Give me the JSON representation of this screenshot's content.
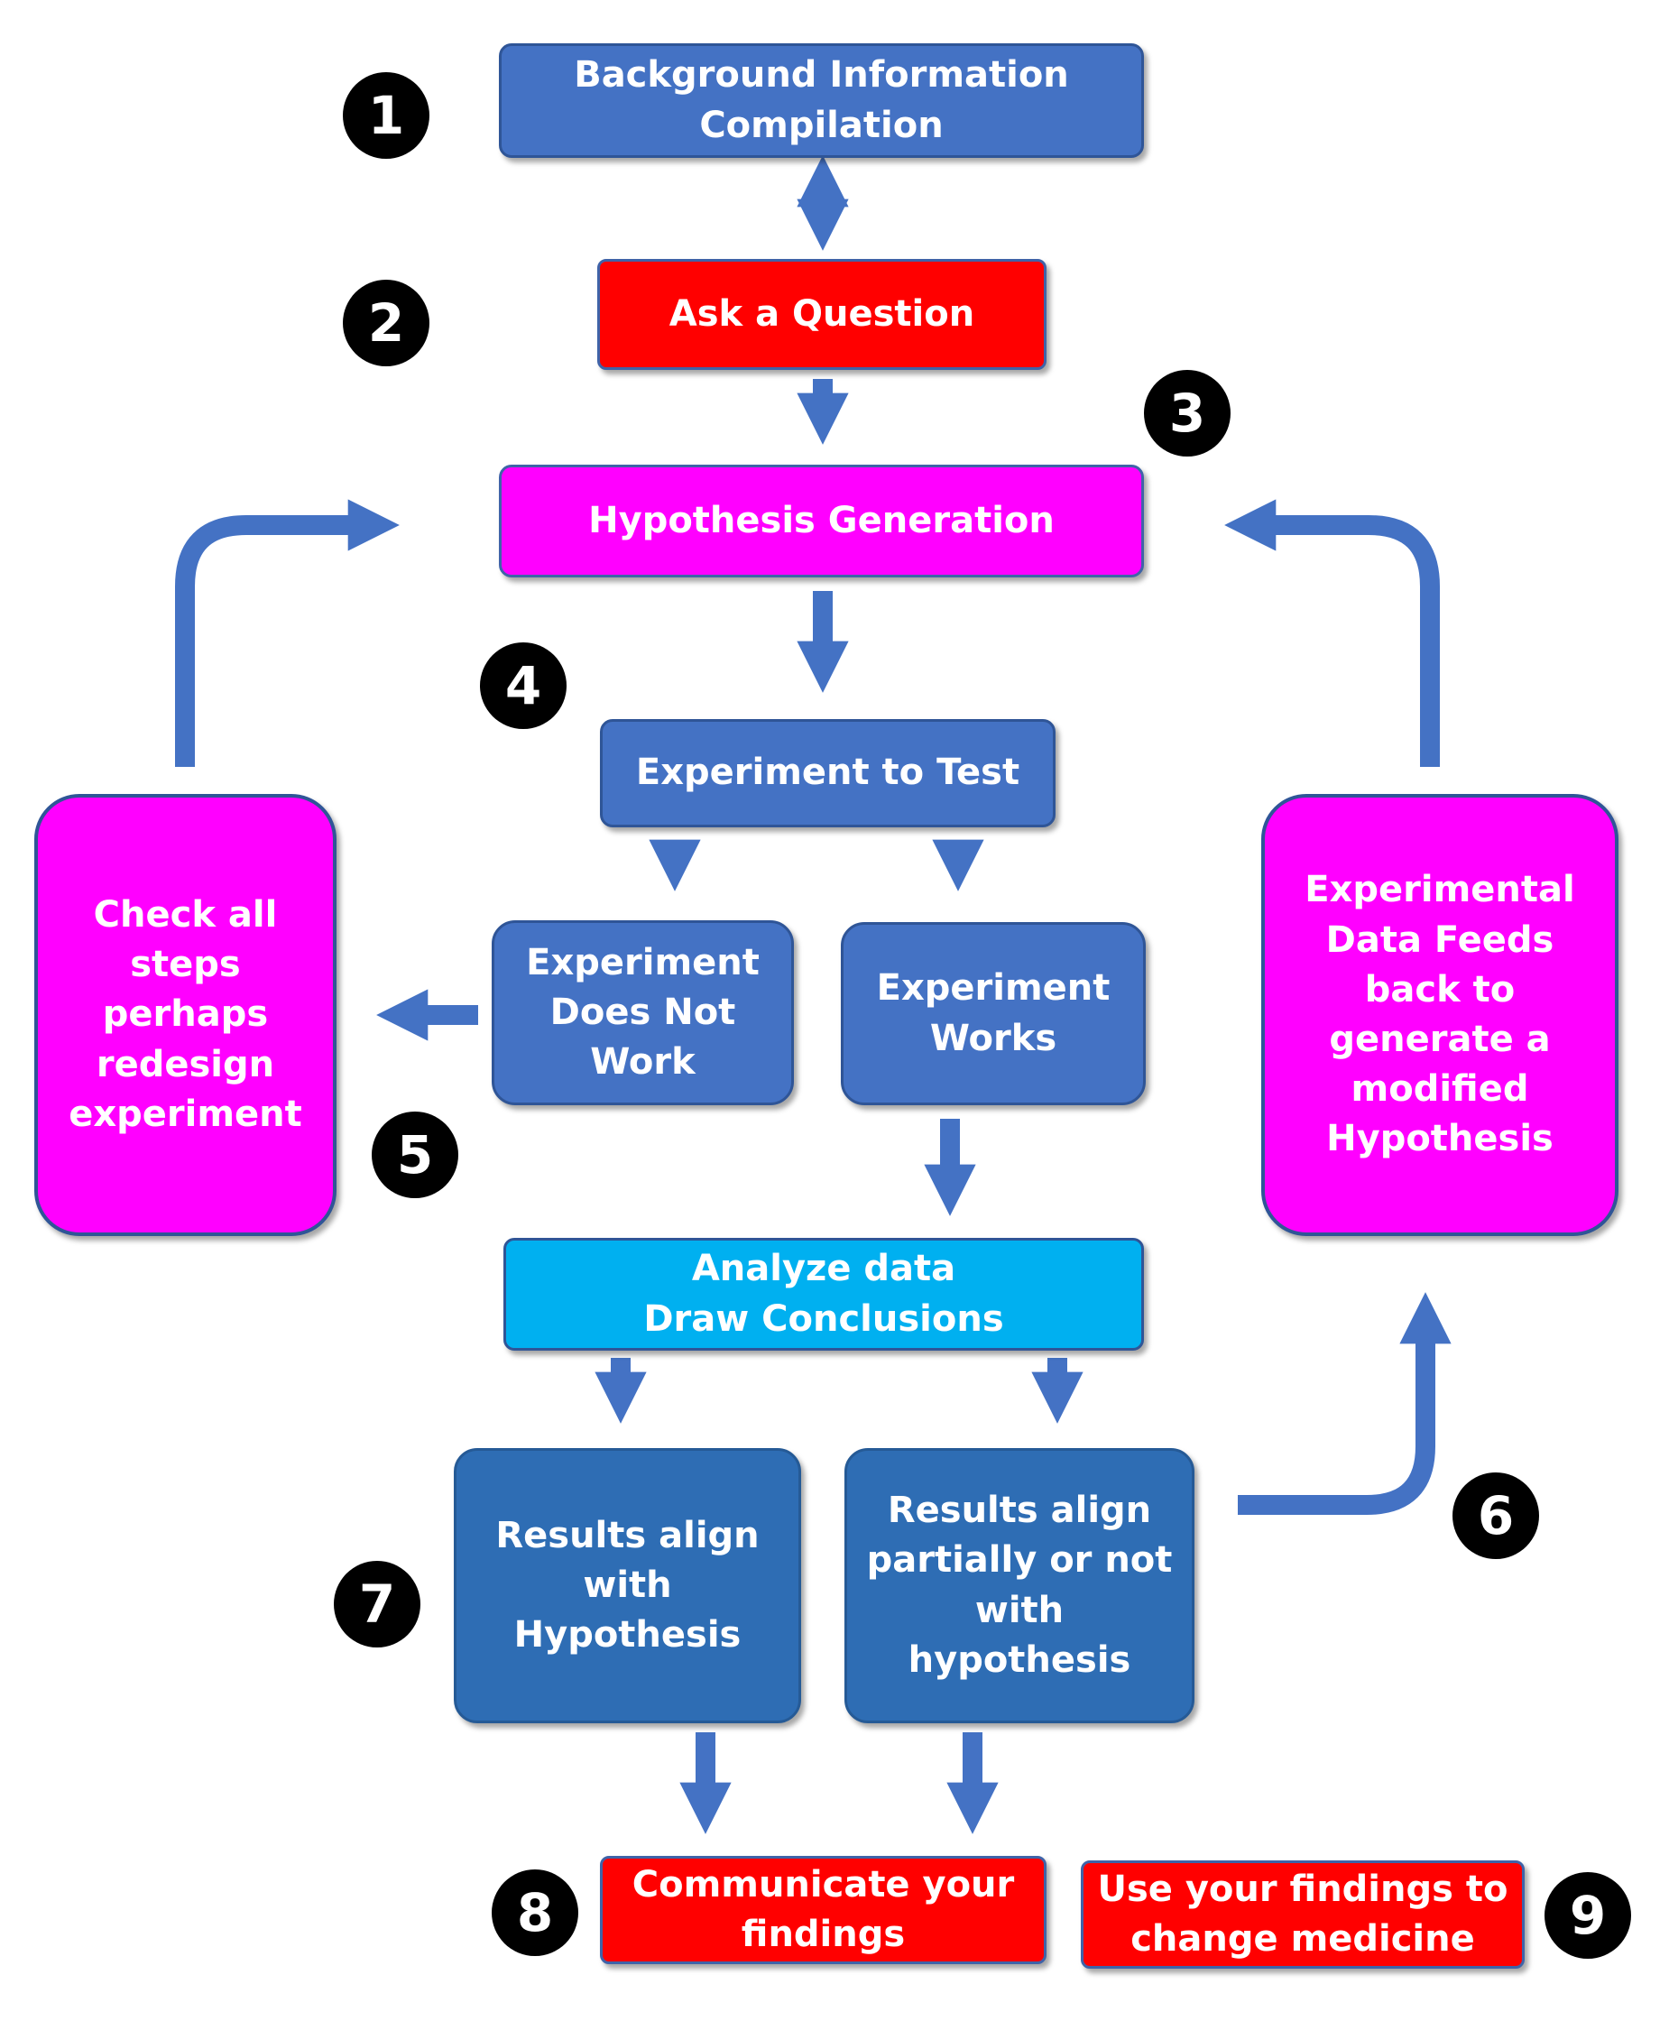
{
  "nodes": {
    "background": "Background Information\nCompilation",
    "question": "Ask a Question",
    "hypothesis": "Hypothesis Generation",
    "experiment": "Experiment to Test",
    "not_work": "Experiment\nDoes Not\nWork",
    "works": "Experiment\nWorks",
    "check_steps": "Check all\nsteps\nperhaps\nredesign\nexperiment",
    "feedback": "Experimental\nData Feeds\nback to\ngenerate a\nmodified\nHypothesis",
    "analyze": "Analyze data\nDraw Conclusions",
    "align": "Results align\nwith\nHypothesis",
    "partial": "Results align\npartially or not\nwith\nhypothesis",
    "communicate": "Communicate your\nfindings",
    "change": "Use your findings to\nchange medicine"
  },
  "steps": [
    "1",
    "2",
    "3",
    "4",
    "5",
    "6",
    "7",
    "8",
    "9"
  ],
  "colors": {
    "arrow": "#4472c4",
    "box_blue": "#4472c4",
    "box_blue_dark": "#2e6db4",
    "box_red": "#ff0000",
    "box_magenta": "#ff00ff",
    "box_cyan": "#00b0f0",
    "step_circle": "#000000"
  }
}
